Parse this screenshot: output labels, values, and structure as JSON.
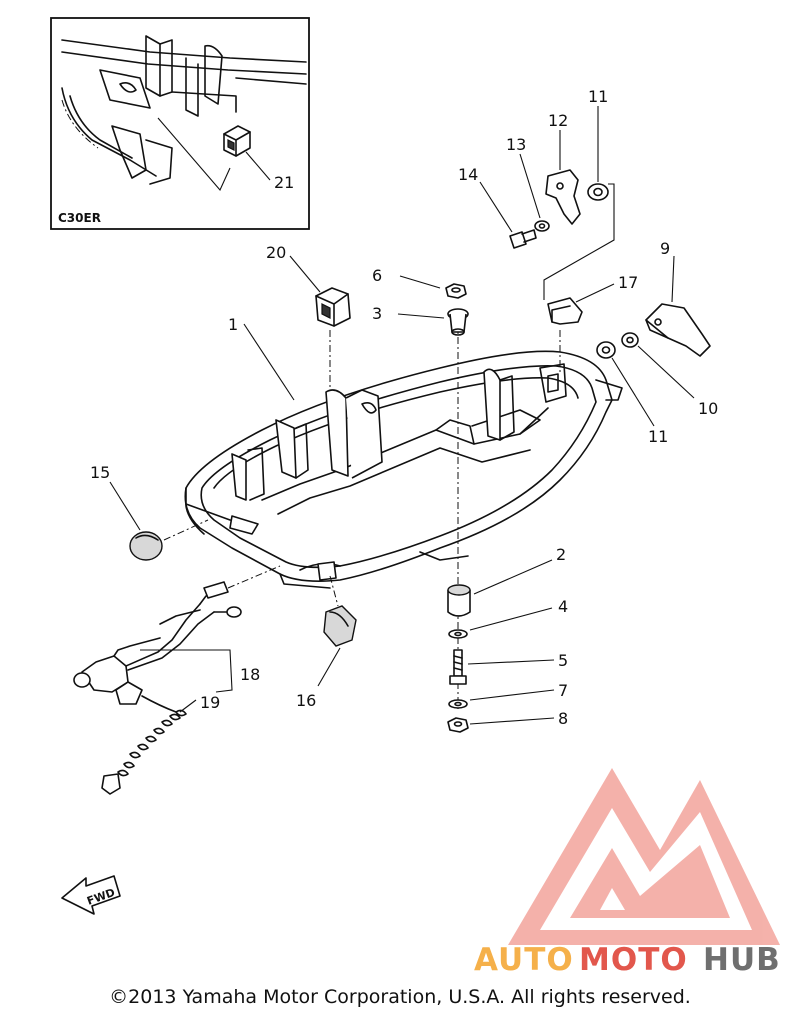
{
  "inset": {
    "code": "C30ER",
    "part_number": "21"
  },
  "callouts": [
    "1",
    "2",
    "3",
    "4",
    "5",
    "6",
    "7",
    "8",
    "9",
    "10",
    "11",
    "11",
    "12",
    "13",
    "14",
    "15",
    "16",
    "17",
    "18",
    "19",
    "20"
  ],
  "labels": {
    "p1": "1",
    "p2": "2",
    "p3": "3",
    "p4": "4",
    "p5": "5",
    "p6": "6",
    "p7": "7",
    "p8": "8",
    "p9": "9",
    "p10": "10",
    "p11a": "11",
    "p11b": "11",
    "p12": "12",
    "p13": "13",
    "p14": "14",
    "p15": "15",
    "p16": "16",
    "p17": "17",
    "p18": "18",
    "p19": "19",
    "p20": "20"
  },
  "direction_marker": "FWD",
  "watermark": {
    "brand_part1": "AUTO",
    "brand_part2": "MOTO",
    "brand_part3": "HUB",
    "color_orange": "#f5b04a",
    "color_red": "#e2574c",
    "color_gray": "#6f6f6f"
  },
  "copyright": "©2013 Yamaha Motor Corporation, U.S.A. All rights reserved."
}
